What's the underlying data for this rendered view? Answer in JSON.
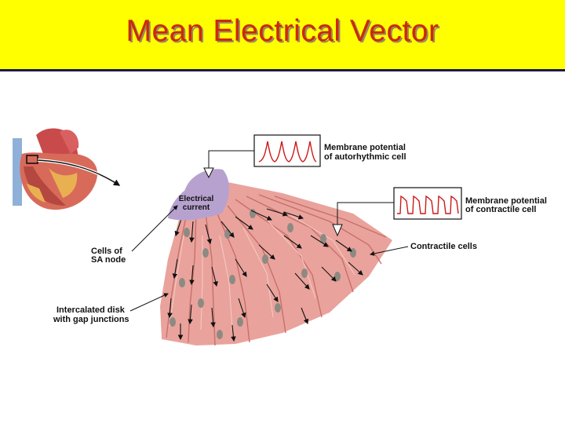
{
  "title": "Mean Electrical Vector",
  "labels": {
    "electrical_current_line1": "Electrical",
    "electrical_current_line2": "current",
    "autorhythmic_line1": "Membrane potential",
    "autorhythmic_line2": "of autorhythmic cell",
    "contractile_mp_line1": "Membrane potential",
    "contractile_mp_line2": "of contractile cell",
    "contractile_cells": "Contractile cells",
    "sa_node_line1": "Cells of",
    "sa_node_line2": "SA node",
    "intercalated_line1": "Intercalated disk",
    "intercalated_line2": "with gap junctions"
  },
  "colors": {
    "title_bar": "#ffff00",
    "title_text": "#cc2a00",
    "trace": "#cc1a1a",
    "muscle": "#e9a39c",
    "sa_node": "#b7a2cf"
  }
}
